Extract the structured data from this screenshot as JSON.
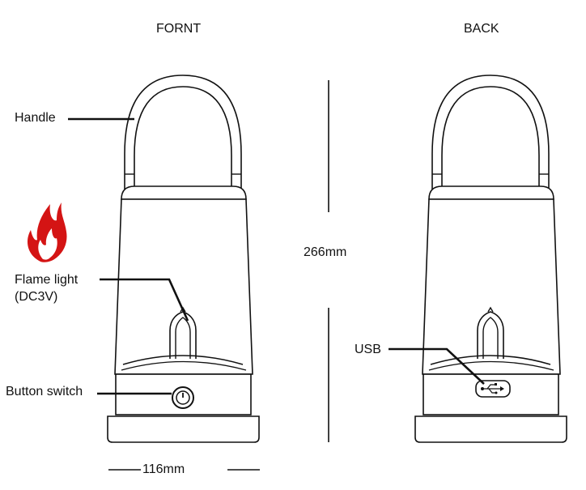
{
  "views": {
    "front_title": "FORNT",
    "back_title": "BACK"
  },
  "labels": {
    "handle": "Handle",
    "flame_light": "Flame light",
    "flame_voltage": "(DC3V)",
    "button_switch": "Button switch",
    "usb": "USB"
  },
  "dimensions": {
    "height": "266mm",
    "width": "116mm"
  },
  "colors": {
    "line": "#111111",
    "flame_outer": "#d41414",
    "flame_inner": "#ffffff"
  },
  "icons": [
    "flame-icon",
    "power-icon",
    "usb-icon"
  ]
}
